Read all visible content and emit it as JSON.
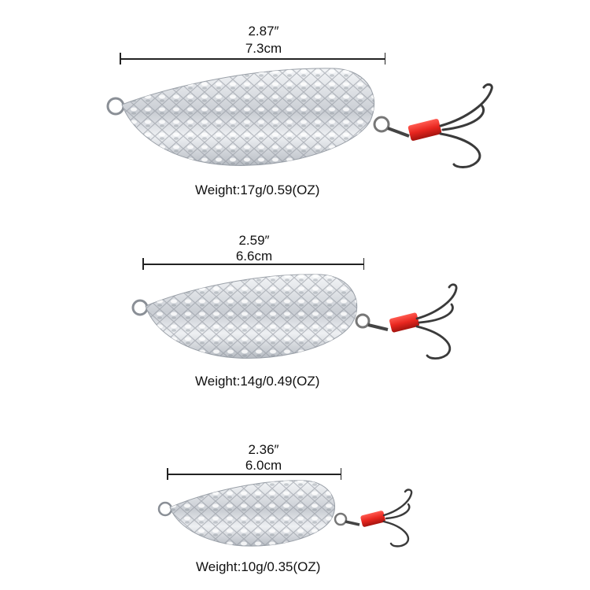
{
  "lures": [
    {
      "inches": "2.87″",
      "cm": "7.3cm",
      "weight": "Weight:17g/0.59(OZ)"
    },
    {
      "inches": "2.59″",
      "cm": "6.6cm",
      "weight": "Weight:14g/0.49(OZ)"
    },
    {
      "inches": "2.36″",
      "cm": "6.0cm",
      "weight": "Weight:10g/0.35(OZ)"
    }
  ],
  "colors": {
    "body": "#d9dde2",
    "tube": "#e8261f",
    "hook": "#3a3a3a"
  }
}
